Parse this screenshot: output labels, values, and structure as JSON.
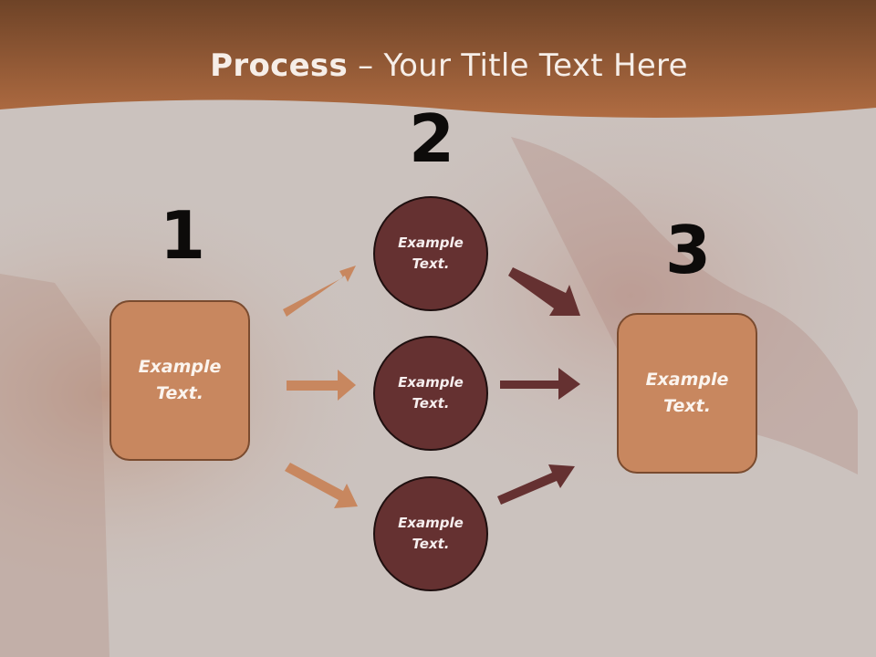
{
  "title": {
    "bold": "Process",
    "rest": " – Your Title Text Here"
  },
  "steps": {
    "one": "1",
    "two": "2",
    "three": "3"
  },
  "left_box": {
    "text": "Example\nText."
  },
  "right_box": {
    "text": "Example\nText."
  },
  "circles": [
    {
      "text": "Example\nText."
    },
    {
      "text": "Example\nText."
    },
    {
      "text": "Example\nText."
    }
  ],
  "colors": {
    "header": "#a8643b",
    "box_fill": "#c8875f",
    "circle_fill": "#653131",
    "arrow_light": "#c8875f",
    "arrow_dark": "#653131"
  }
}
